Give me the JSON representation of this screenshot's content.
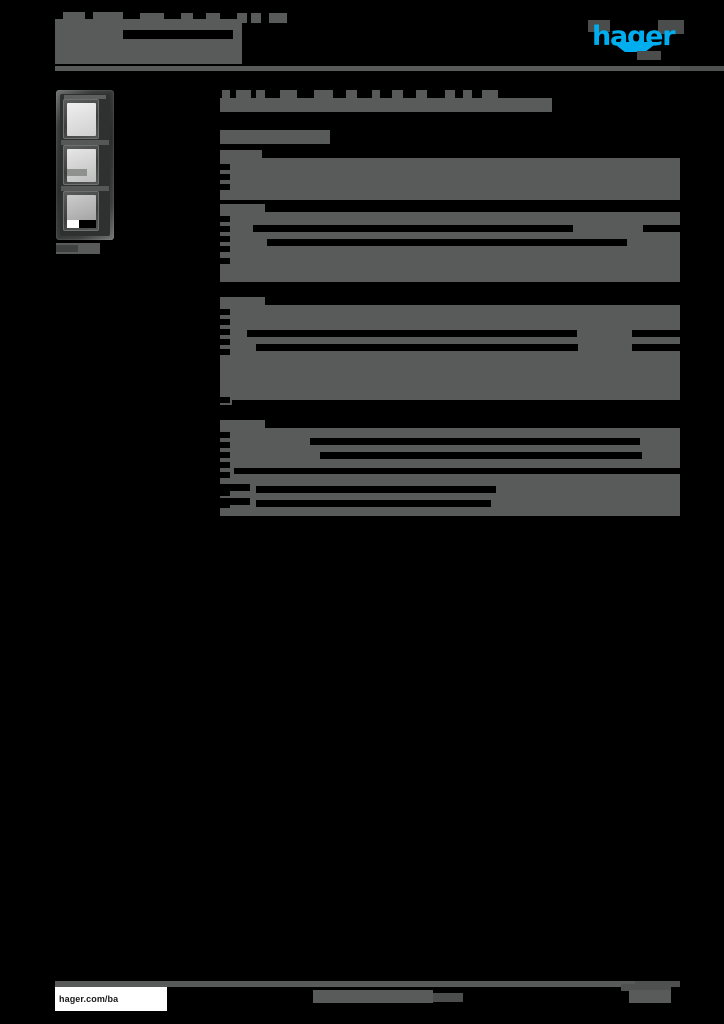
{
  "document": {
    "type": "product-datasheet",
    "brand": "hager",
    "redacted": true,
    "redaction_color": "#595b5a",
    "background_color": "#000000"
  },
  "header": {
    "title": "",
    "subtitle": "",
    "logo_text": "hager",
    "logo_color": "#00aeef"
  },
  "product": {
    "caption": "",
    "image_alt": "3-gang vertical switch frame",
    "gangs": 3
  },
  "main": {
    "heading": "",
    "subheading": "",
    "blocks": [
      {
        "label": "",
        "rows": [
          {
            "label": "",
            "value": ""
          },
          {
            "label": "",
            "value": ""
          }
        ]
      },
      {
        "label": "",
        "rows": [
          {
            "label": "",
            "value": ""
          },
          {
            "label": "",
            "value": ""
          },
          {
            "label": "",
            "value": ""
          },
          {
            "label": "",
            "value": ""
          },
          {
            "label": "",
            "value": ""
          }
        ]
      },
      {
        "label": "",
        "rows": [
          {
            "label": "",
            "value": ""
          },
          {
            "label": "",
            "value": ""
          },
          {
            "label": "",
            "value": ""
          },
          {
            "label": "",
            "value": ""
          },
          {
            "label": "",
            "value": ""
          },
          {
            "label": "",
            "value": ""
          }
        ]
      },
      {
        "label": "",
        "rows": [
          {
            "label": "",
            "value": ""
          },
          {
            "label": "",
            "value": ""
          },
          {
            "label": "",
            "value": ""
          },
          {
            "label": "",
            "value": ""
          },
          {
            "label": "",
            "value": ""
          },
          {
            "label": "",
            "value": ""
          }
        ]
      }
    ]
  },
  "footer": {
    "url": "hager.com/ba",
    "center_text": "",
    "page_label": ""
  }
}
